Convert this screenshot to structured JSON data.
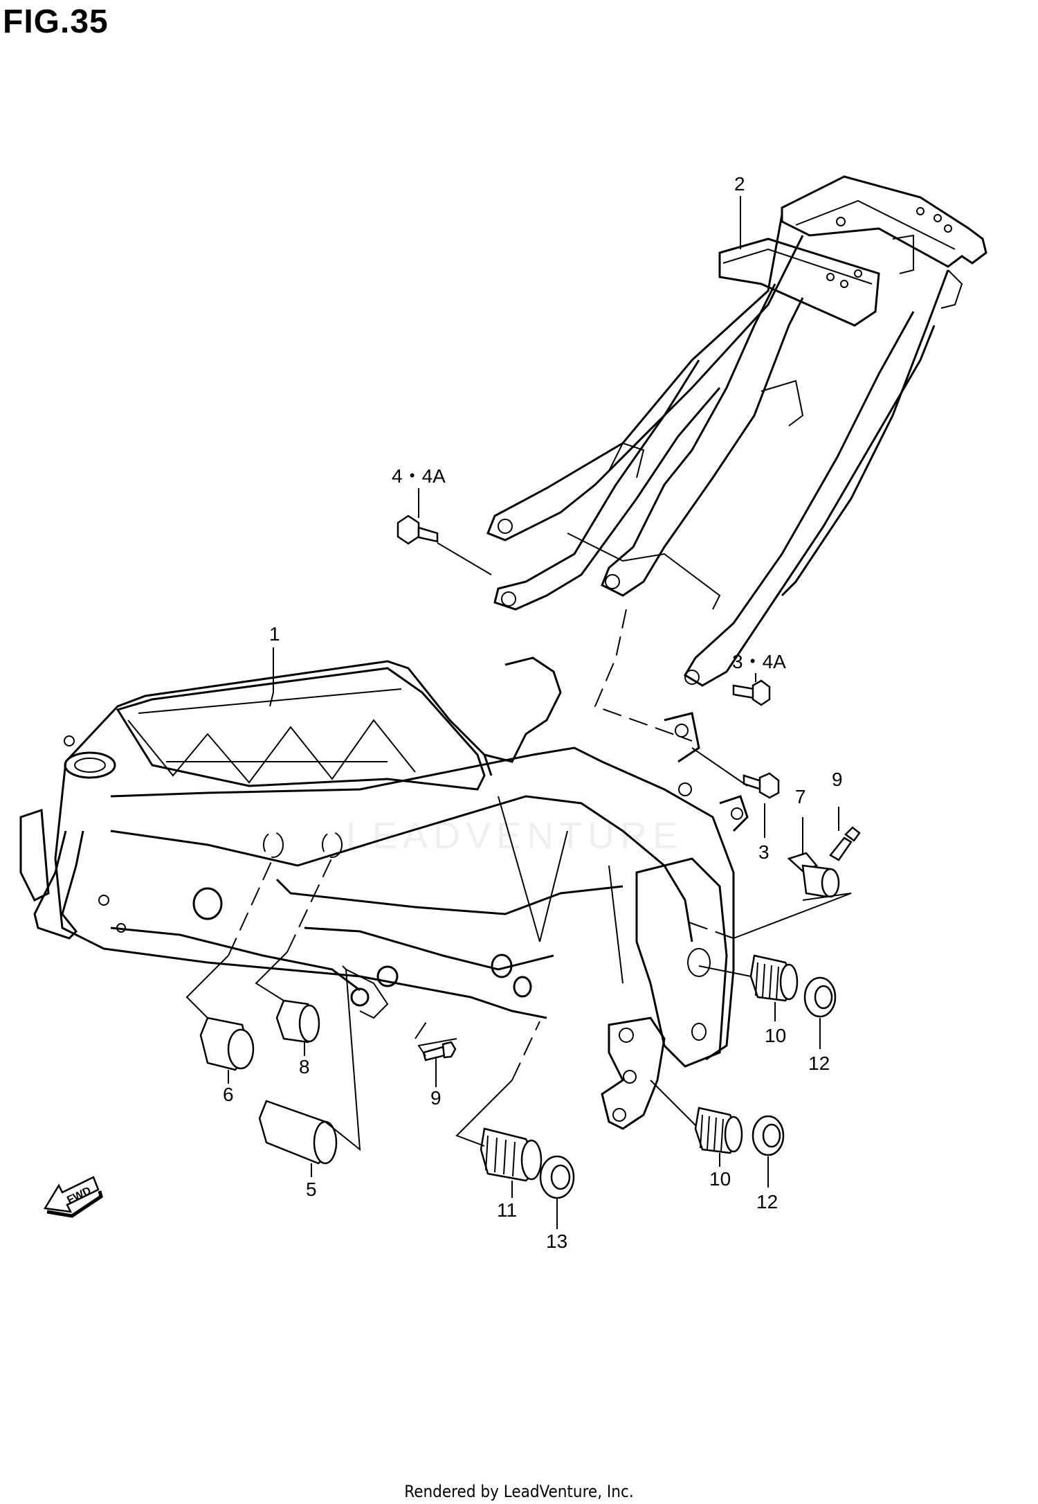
{
  "figure": {
    "title": "FIG.35"
  },
  "watermark": "LEADVENTURE",
  "fwd_arrow": "FWD",
  "callouts": [
    {
      "id": "c1",
      "text": "1"
    },
    {
      "id": "c2",
      "text": "2"
    },
    {
      "id": "c3",
      "text": "3"
    },
    {
      "id": "c3_4a",
      "text": "3・4A"
    },
    {
      "id": "c4_4a",
      "text": "4・4A"
    },
    {
      "id": "c5",
      "text": "5"
    },
    {
      "id": "c6",
      "text": "6"
    },
    {
      "id": "c7",
      "text": "7"
    },
    {
      "id": "c8",
      "text": "8"
    },
    {
      "id": "c9a",
      "text": "9"
    },
    {
      "id": "c9b",
      "text": "9"
    },
    {
      "id": "c10a",
      "text": "10"
    },
    {
      "id": "c10b",
      "text": "10"
    },
    {
      "id": "c11",
      "text": "11"
    },
    {
      "id": "c12a",
      "text": "12"
    },
    {
      "id": "c12b",
      "text": "12"
    },
    {
      "id": "c13",
      "text": "13"
    }
  ],
  "footer": "Rendered by LeadVenture, Inc."
}
